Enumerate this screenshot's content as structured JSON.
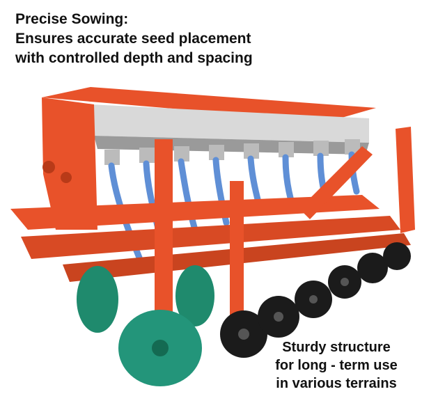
{
  "captions": {
    "headline": "Precise Sowing:",
    "headline_lines": [
      "Ensures accurate seed placement",
      "with controlled depth and spacing"
    ],
    "footer_lines": [
      "Sturdy structure",
      "for long - term use",
      "in various terrains"
    ]
  },
  "colors": {
    "frame": "#e8522a",
    "frame_dark": "#b83a18",
    "tube": "#5f8fd6",
    "disc_green": "#1f8a6d",
    "disc_black": "#1b1b1b",
    "hopper": "#c9c9c9",
    "text": "#111111"
  },
  "image": {
    "subject": "seed-drill-machine-icon"
  }
}
